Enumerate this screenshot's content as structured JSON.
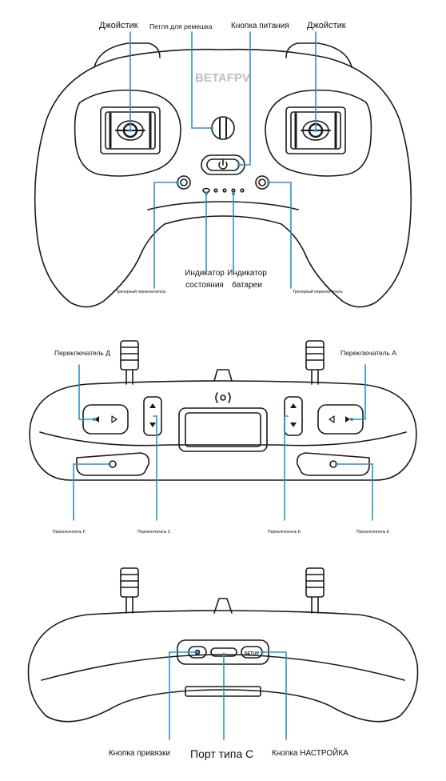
{
  "brand": "BETAFPV",
  "colors": {
    "callout": "#2f8fc9",
    "outline": "#1a1a1a"
  },
  "panel1": {
    "joystick_left": "Джойстик",
    "strap_loop": "Петля для ремешка",
    "power_button": "Кнопка питания",
    "joystick_right": "Джойстик",
    "trainer_left": "Тренерный переключатель",
    "status_indicator": "Индикатор\nсостояния",
    "battery_indicator": "Индикатор\nбатареи",
    "trainer_right": "Тренерный переключатель"
  },
  "panel2": {
    "switch_d": "Переключатель Д",
    "switch_a": "Переключатель А",
    "switch_f": "Переключатель F",
    "switch_c": "Переключатель С",
    "switch_b": "Переключатель Б",
    "switch_e": "Переключатель Е"
  },
  "panel3": {
    "bind_button": "Кнопка привязки",
    "usb_c": "Порт типа С",
    "setup_button": "Кнопка НАСТРОЙКА",
    "setup_text": "SETUP"
  }
}
